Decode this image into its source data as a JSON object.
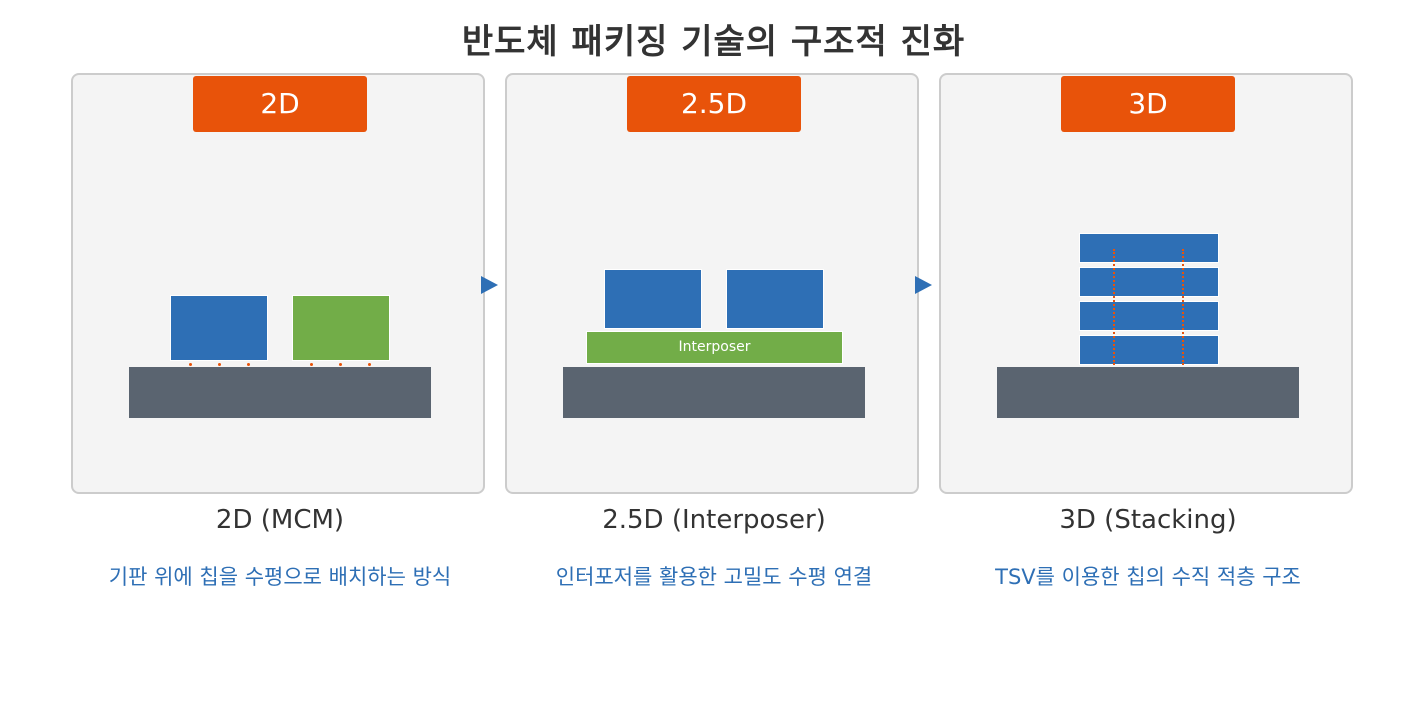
{
  "title": "반도체 패키징 기술의 구조적 진화",
  "panels": [
    {
      "badge": "2D",
      "label": "2D (MCM)",
      "description": "기판 위에 칩을 수평으로 배치하는 방식"
    },
    {
      "badge": "2.5D",
      "label": "2.5D (Interposer)",
      "description": "인터포저를 활용한 고밀도 수평 연결",
      "interposer_label": "Interposer"
    },
    {
      "badge": "3D",
      "label": "3D (Stacking)",
      "description": "TSV를 이용한 칩의 수직 적층 구조"
    }
  ],
  "colors": {
    "accent": "#e8530a",
    "chip_blue": "#2e6fb5",
    "chip_green": "#72ad48",
    "substrate": "#5a6470",
    "panel_bg": "#f4f4f4",
    "text": "#333333"
  }
}
